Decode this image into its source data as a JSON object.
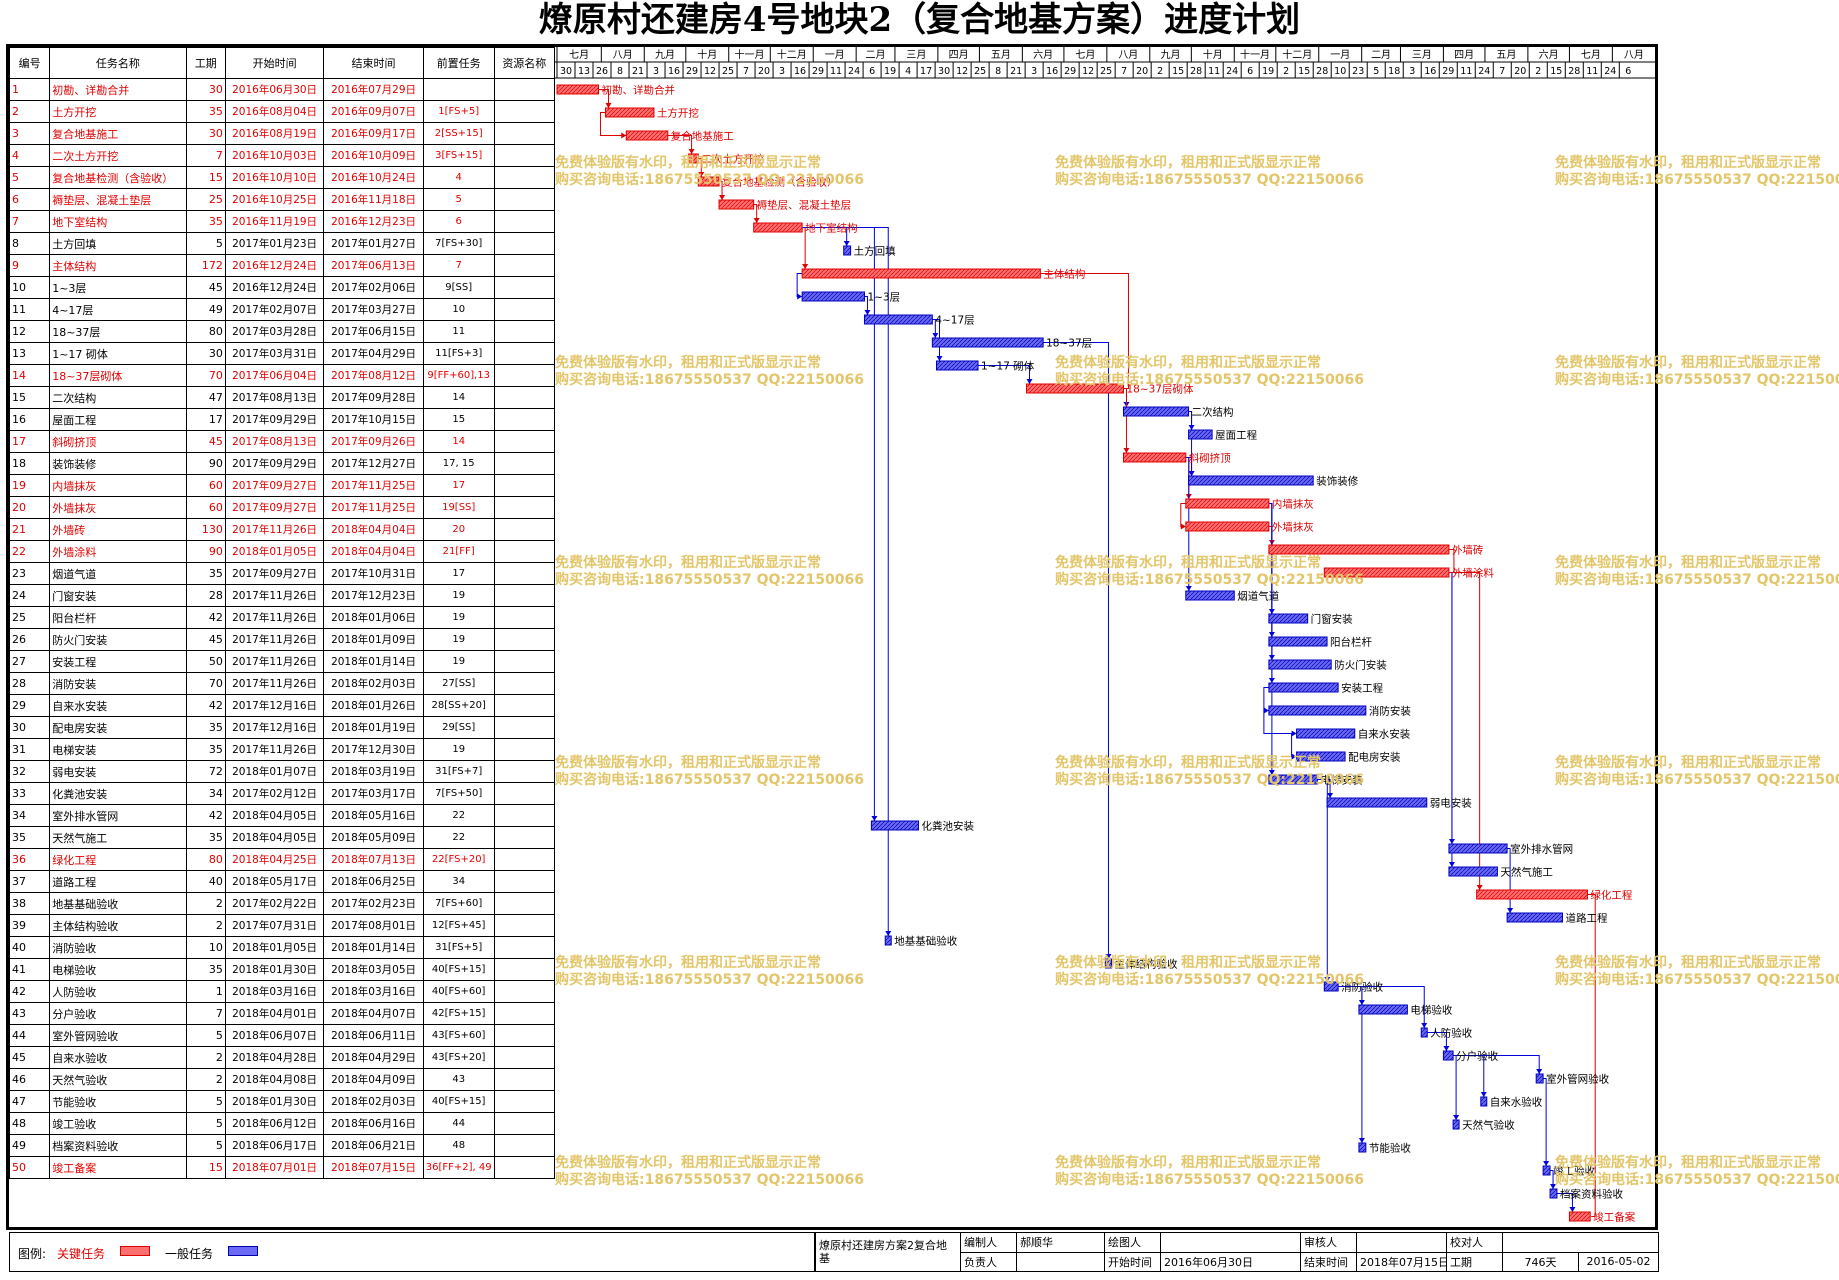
{
  "title": "燎原村还建房4号地块2（复合地基方案）进度计划",
  "headers": {
    "id": "编号",
    "name": "任务名称",
    "duration": "工期",
    "start": "开始时间",
    "end": "结束时间",
    "pred": "前置任务",
    "resource": "资源名称"
  },
  "months": [
    "七月",
    "八月",
    "九月",
    "十月",
    "十一月",
    "十二月",
    "一月",
    "二月",
    "三月",
    "四月",
    "五月",
    "六月",
    "七月",
    "八月",
    "九月",
    "十月",
    "十一月",
    "十二月",
    "一月",
    "二月",
    "三月",
    "四月",
    "五月",
    "六月",
    "七月",
    "八月"
  ],
  "week_days": [
    "30",
    "13",
    "26",
    "8",
    "21",
    "3",
    "16",
    "29",
    "12",
    "25",
    "7",
    "20",
    "3",
    "16",
    "29",
    "11",
    "24",
    "6",
    "19",
    "4",
    "17",
    "30",
    "12",
    "25",
    "8",
    "21",
    "3",
    "16",
    "29",
    "12",
    "25",
    "7",
    "20",
    "2",
    "15",
    "28",
    "11",
    "24",
    "6",
    "19",
    "2",
    "15",
    "28",
    "10",
    "23",
    "5",
    "18",
    "3",
    "16",
    "29",
    "11",
    "24",
    "7",
    "20",
    "2",
    "15",
    "28",
    "11",
    "24",
    "6"
  ],
  "colors": {
    "critical": "#ff6a6a",
    "critical_border": "#e00000",
    "critical_text": "#e00000",
    "normal": "#6060f0",
    "normal_border": "#0000c0",
    "link": "#0000e0",
    "watermark": "#e3c66a"
  },
  "watermark": {
    "line1": "免费体验版有水印，租用和正式版显示正常",
    "line2": "购买咨询电话:18675550537 QQ:22150066"
  },
  "legend": {
    "label": "图例:",
    "critical": "关键任务",
    "normal": "一般任务"
  },
  "info": {
    "project_name": "燎原村还建房方案2复合地基",
    "editor_label": "编制人",
    "editor": "郝顺华",
    "drawer_label": "绘图人",
    "drawer": "",
    "reviewer_label": "审核人",
    "reviewer": "",
    "checker_label": "校对人",
    "checker": "",
    "owner_label": "负责人",
    "owner": "",
    "start_label": "开始时间",
    "start": "2016年06月30日",
    "end_label": "结束时间",
    "end": "2018年07月15日",
    "duration_label": "工期",
    "duration": "746天",
    "date": "2016-05-02"
  },
  "chart_data": {
    "type": "gantt",
    "time_range": [
      "2016-06-30",
      "2018-08-14"
    ],
    "tasks": [
      {
        "id": "1",
        "name": "初勘、详勘合并",
        "duration": 30,
        "start": "2016年06月30日",
        "end": "2016年07月29日",
        "pred": "",
        "critical": true
      },
      {
        "id": "2",
        "name": "土方开挖",
        "duration": 35,
        "start": "2016年08月04日",
        "end": "2016年09月07日",
        "pred": "1[FS+5]",
        "critical": true
      },
      {
        "id": "3",
        "name": "复合地基施工",
        "duration": 30,
        "start": "2016年08月19日",
        "end": "2016年09月17日",
        "pred": "2[SS+15]",
        "critical": true
      },
      {
        "id": "4",
        "name": "二次土方开挖",
        "duration": 7,
        "start": "2016年10月03日",
        "end": "2016年10月09日",
        "pred": "3[FS+15]",
        "critical": true
      },
      {
        "id": "5",
        "name": "复合地基检测（含验收）",
        "duration": 15,
        "start": "2016年10月10日",
        "end": "2016年10月24日",
        "pred": "4",
        "critical": true
      },
      {
        "id": "6",
        "name": "褥垫层、混凝土垫层",
        "duration": 25,
        "start": "2016年10月25日",
        "end": "2016年11月18日",
        "pred": "5",
        "critical": true
      },
      {
        "id": "7",
        "name": "地下室结构",
        "duration": 35,
        "start": "2016年11月19日",
        "end": "2016年12月23日",
        "pred": "6",
        "critical": true
      },
      {
        "id": "8",
        "name": "土方回填",
        "duration": 5,
        "start": "2017年01月23日",
        "end": "2017年01月27日",
        "pred": "7[FS+30]",
        "critical": false
      },
      {
        "id": "9",
        "name": "主体结构",
        "duration": 172,
        "start": "2016年12月24日",
        "end": "2017年06月13日",
        "pred": "7",
        "critical": true
      },
      {
        "id": "10",
        "name": "1~3层",
        "duration": 45,
        "start": "2016年12月24日",
        "end": "2017年02月06日",
        "pred": "9[SS]",
        "critical": false
      },
      {
        "id": "11",
        "name": "4~17层",
        "duration": 49,
        "start": "2017年02月07日",
        "end": "2017年03月27日",
        "pred": "10",
        "critical": false
      },
      {
        "id": "12",
        "name": "18~37层",
        "duration": 80,
        "start": "2017年03月28日",
        "end": "2017年06月15日",
        "pred": "11",
        "critical": false
      },
      {
        "id": "13",
        "name": "1~17 砌体",
        "duration": 30,
        "start": "2017年03月31日",
        "end": "2017年04月29日",
        "pred": "11[FS+3]",
        "critical": false
      },
      {
        "id": "14",
        "name": "18~37层砌体",
        "duration": 70,
        "start": "2017年06月04日",
        "end": "2017年08月12日",
        "pred": "9[FF+60],13",
        "critical": true
      },
      {
        "id": "15",
        "name": "二次结构",
        "duration": 47,
        "start": "2017年08月13日",
        "end": "2017年09月28日",
        "pred": "14",
        "critical": false
      },
      {
        "id": "16",
        "name": "屋面工程",
        "duration": 17,
        "start": "2017年09月29日",
        "end": "2017年10月15日",
        "pred": "15",
        "critical": false
      },
      {
        "id": "17",
        "name": "斜砌挤顶",
        "duration": 45,
        "start": "2017年08月13日",
        "end": "2017年09月26日",
        "pred": "14",
        "critical": true
      },
      {
        "id": "18",
        "name": "装饰装修",
        "duration": 90,
        "start": "2017年09月29日",
        "end": "2017年12月27日",
        "pred": "17, 15",
        "critical": false
      },
      {
        "id": "19",
        "name": "内墙抹灰",
        "duration": 60,
        "start": "2017年09月27日",
        "end": "2017年11月25日",
        "pred": "17",
        "critical": true
      },
      {
        "id": "20",
        "name": "外墙抹灰",
        "duration": 60,
        "start": "2017年09月27日",
        "end": "2017年11月25日",
        "pred": "19[SS]",
        "critical": true
      },
      {
        "id": "21",
        "name": "外墙砖",
        "duration": 130,
        "start": "2017年11月26日",
        "end": "2018年04月04日",
        "pred": "20",
        "critical": true
      },
      {
        "id": "22",
        "name": "外墙涂料",
        "duration": 90,
        "start": "2018年01月05日",
        "end": "2018年04月04日",
        "pred": "21[FF]",
        "critical": true
      },
      {
        "id": "23",
        "name": "烟道气道",
        "duration": 35,
        "start": "2017年09月27日",
        "end": "2017年10月31日",
        "pred": "17",
        "critical": false
      },
      {
        "id": "24",
        "name": "门窗安装",
        "duration": 28,
        "start": "2017年11月26日",
        "end": "2017年12月23日",
        "pred": "19",
        "critical": false
      },
      {
        "id": "25",
        "name": "阳台栏杆",
        "duration": 42,
        "start": "2017年11月26日",
        "end": "2018年01月06日",
        "pred": "19",
        "critical": false
      },
      {
        "id": "26",
        "name": "防火门安装",
        "duration": 45,
        "start": "2017年11月26日",
        "end": "2018年01月09日",
        "pred": "19",
        "critical": false
      },
      {
        "id": "27",
        "name": "安装工程",
        "duration": 50,
        "start": "2017年11月26日",
        "end": "2018年01月14日",
        "pred": "19",
        "critical": false
      },
      {
        "id": "28",
        "name": "消防安装",
        "duration": 70,
        "start": "2017年11月26日",
        "end": "2018年02月03日",
        "pred": "27[SS]",
        "critical": false
      },
      {
        "id": "29",
        "name": "自来水安装",
        "duration": 42,
        "start": "2017年12月16日",
        "end": "2018年01月26日",
        "pred": "28[SS+20]",
        "critical": false
      },
      {
        "id": "30",
        "name": "配电房安装",
        "duration": 35,
        "start": "2017年12月16日",
        "end": "2018年01月19日",
        "pred": "29[SS]",
        "critical": false
      },
      {
        "id": "31",
        "name": "电梯安装",
        "duration": 35,
        "start": "2017年11月26日",
        "end": "2017年12月30日",
        "pred": "19",
        "critical": false
      },
      {
        "id": "32",
        "name": "弱电安装",
        "duration": 72,
        "start": "2018年01月07日",
        "end": "2018年03月19日",
        "pred": "31[FS+7]",
        "critical": false
      },
      {
        "id": "33",
        "name": "化粪池安装",
        "duration": 34,
        "start": "2017年02月12日",
        "end": "2017年03月17日",
        "pred": "7[FS+50]",
        "critical": false
      },
      {
        "id": "34",
        "name": "室外排水管网",
        "duration": 42,
        "start": "2018年04月05日",
        "end": "2018年05月16日",
        "pred": "22",
        "critical": false
      },
      {
        "id": "35",
        "name": "天然气施工",
        "duration": 35,
        "start": "2018年04月05日",
        "end": "2018年05月09日",
        "pred": "22",
        "critical": false
      },
      {
        "id": "36",
        "name": "绿化工程",
        "duration": 80,
        "start": "2018年04月25日",
        "end": "2018年07月13日",
        "pred": "22[FS+20]",
        "critical": true
      },
      {
        "id": "37",
        "name": "道路工程",
        "duration": 40,
        "start": "2018年05月17日",
        "end": "2018年06月25日",
        "pred": "34",
        "critical": false
      },
      {
        "id": "38",
        "name": "地基基础验收",
        "duration": 2,
        "start": "2017年02月22日",
        "end": "2017年02月23日",
        "pred": "7[FS+60]",
        "critical": false
      },
      {
        "id": "39",
        "name": "主体结构验收",
        "duration": 2,
        "start": "2017年07月31日",
        "end": "2017年08月01日",
        "pred": "12[FS+45]",
        "critical": false
      },
      {
        "id": "40",
        "name": "消防验收",
        "duration": 10,
        "start": "2018年01月05日",
        "end": "2018年01月14日",
        "pred": "31[FS+5]",
        "critical": false
      },
      {
        "id": "41",
        "name": "电梯验收",
        "duration": 35,
        "start": "2018年01月30日",
        "end": "2018年03月05日",
        "pred": "40[FS+15]",
        "critical": false
      },
      {
        "id": "42",
        "name": "人防验收",
        "duration": 1,
        "start": "2018年03月16日",
        "end": "2018年03月16日",
        "pred": "40[FS+60]",
        "critical": false
      },
      {
        "id": "43",
        "name": "分户验收",
        "duration": 7,
        "start": "2018年04月01日",
        "end": "2018年04月07日",
        "pred": "42[FS+15]",
        "critical": false
      },
      {
        "id": "44",
        "name": "室外管网验收",
        "duration": 5,
        "start": "2018年06月07日",
        "end": "2018年06月11日",
        "pred": "43[FS+60]",
        "critical": false
      },
      {
        "id": "45",
        "name": "自来水验收",
        "duration": 2,
        "start": "2018年04月28日",
        "end": "2018年04月29日",
        "pred": "43[FS+20]",
        "critical": false
      },
      {
        "id": "46",
        "name": "天然气验收",
        "duration": 2,
        "start": "2018年04月08日",
        "end": "2018年04月09日",
        "pred": "43",
        "critical": false
      },
      {
        "id": "47",
        "name": "节能验收",
        "duration": 5,
        "start": "2018年01月30日",
        "end": "2018年02月03日",
        "pred": "40[FS+15]",
        "critical": false
      },
      {
        "id": "48",
        "name": "竣工验收",
        "duration": 5,
        "start": "2018年06月12日",
        "end": "2018年06月16日",
        "pred": "44",
        "critical": false
      },
      {
        "id": "49",
        "name": "档案资料验收",
        "duration": 5,
        "start": "2018年06月17日",
        "end": "2018年06月21日",
        "pred": "48",
        "critical": false
      },
      {
        "id": "50",
        "name": "竣工备案",
        "duration": 15,
        "start": "2018年07月01日",
        "end": "2018年07月15日",
        "pred": "36[FF+2], 49",
        "critical": true
      }
    ]
  }
}
